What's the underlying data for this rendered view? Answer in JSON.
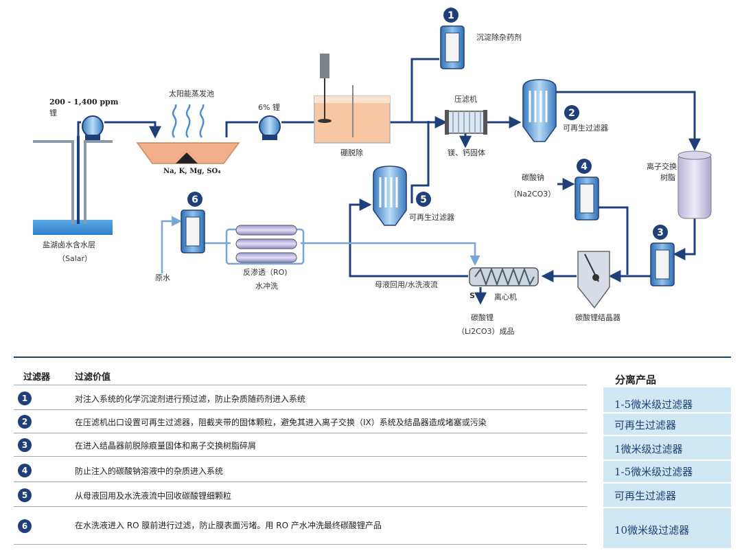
{
  "diagram": {
    "colors": {
      "pipe": "#1f3f7a",
      "pipe_light": "#8fb3d9",
      "badge": "#1f3f7a",
      "water": "#6fb7e8",
      "tank": "#f2b08a"
    },
    "labels": {
      "ppm": "200 - 1,400 ppm",
      "li1": "锂",
      "solar_pond": "太阳能蒸发池",
      "ions": "Na, K, Mg, SO₄",
      "pct": "6% 锂",
      "boron": "硼脱除",
      "press": "压滤机",
      "solids": "镁、钙固体",
      "precip_agent": "沉淀除杂药剂",
      "regen_2": "可再生过滤器",
      "ion_exchange_1": "离子交换",
      "ion_exchange_2": "树脂",
      "soda": "碳酸钠",
      "soda_formula": "（Na2CO3）",
      "regen_5": "可再生过滤器",
      "salar_1": "盐湖卤水含水层",
      "salar_2": "（Salar）",
      "raw_water": "原水",
      "ro_1": "反渗透（RO)",
      "ro_2": "水冲洗",
      "mother": "母液回用/水洗液流",
      "centrifuge_s": "S",
      "centrifuge": "离心机",
      "li2co3_1": "碳酸锂",
      "li2co3_2": "（Li2CO3）成品",
      "crystallizer": "碳酸锂结晶器"
    },
    "badges": [
      "1",
      "2",
      "3",
      "4",
      "5",
      "6"
    ]
  },
  "table": {
    "header_filter": "过滤器",
    "header_value": "过滤价值",
    "header_product": "分离产品",
    "rows": [
      {
        "num": "1",
        "desc": "对注入系统的化学沉淀剂进行预过滤，防止杂质随药剂进入系统",
        "product": "1-5微米级过滤器"
      },
      {
        "num": "2",
        "desc": "在压滤机出口设置可再生过滤器，阻截夹带的固体颗粒，避免其进入离子交换（IX）系统及结晶器造成堵塞或污染",
        "product": "可再生过滤器"
      },
      {
        "num": "3",
        "desc": "在进入结晶器前脱除痕量固体和离子交换树脂碎屑",
        "product": "1微米级过滤器"
      },
      {
        "num": "4",
        "desc": "防止注入的碳酸钠溶液中的杂质进入系统",
        "product": "1-5微米级过滤器"
      },
      {
        "num": "5",
        "desc": "从母液回用及水洗液流中回收碳酸锂细颗粒",
        "product": "可再生过滤器"
      },
      {
        "num": "6",
        "desc": "在水洗液进入 RO 膜前进行过滤，防止膜表面污堵。用 RO 产水冲洗最终碳酸锂产品",
        "product": "10微米级过滤器"
      }
    ]
  }
}
